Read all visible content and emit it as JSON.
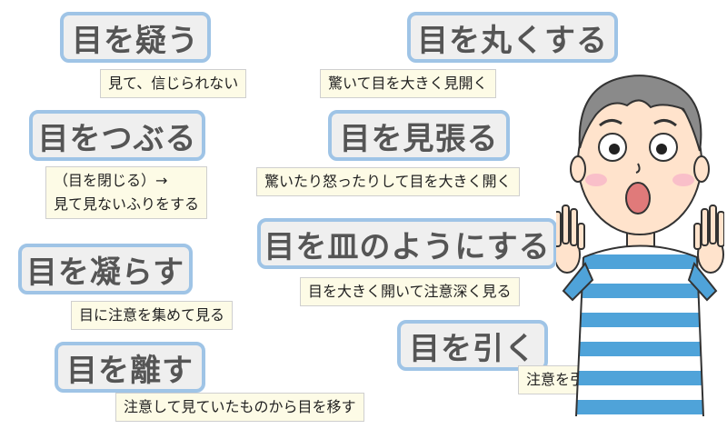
{
  "idioms": [
    {
      "term": "目を疑う",
      "meaning": "見て、信じられない"
    },
    {
      "term": "目を丸くする",
      "meaning": "驚いて目を大きく見開く"
    },
    {
      "term": "目をつぶる",
      "meaning_lines": [
        "（目を閉じる）→",
        "見て見ないふりをする"
      ]
    },
    {
      "term": "目を見張る",
      "meaning": "驚いたり怒ったりして目を大きく開く"
    },
    {
      "term": "目を皿のようにする",
      "meaning": "目を大きく開いて注意深く見る"
    },
    {
      "term": "目を凝らす",
      "meaning": "目に注意を集めて見る"
    },
    {
      "term": "目を引く",
      "meaning": "注意を引きつける"
    },
    {
      "term": "目を離す",
      "meaning": "注意して見ていたものから目を移す"
    }
  ],
  "colors": {
    "idiom_border": "#9fc4e6",
    "idiom_background": "#efefef",
    "idiom_text": "#555555",
    "meaning_background": "#fdfbe6",
    "shirt_stripe_blue": "#4fa3d9",
    "hair": "#8a8a8a",
    "skin": "#ffe3cc"
  },
  "illustration": {
    "icon": "surprised-boy-illustration"
  }
}
